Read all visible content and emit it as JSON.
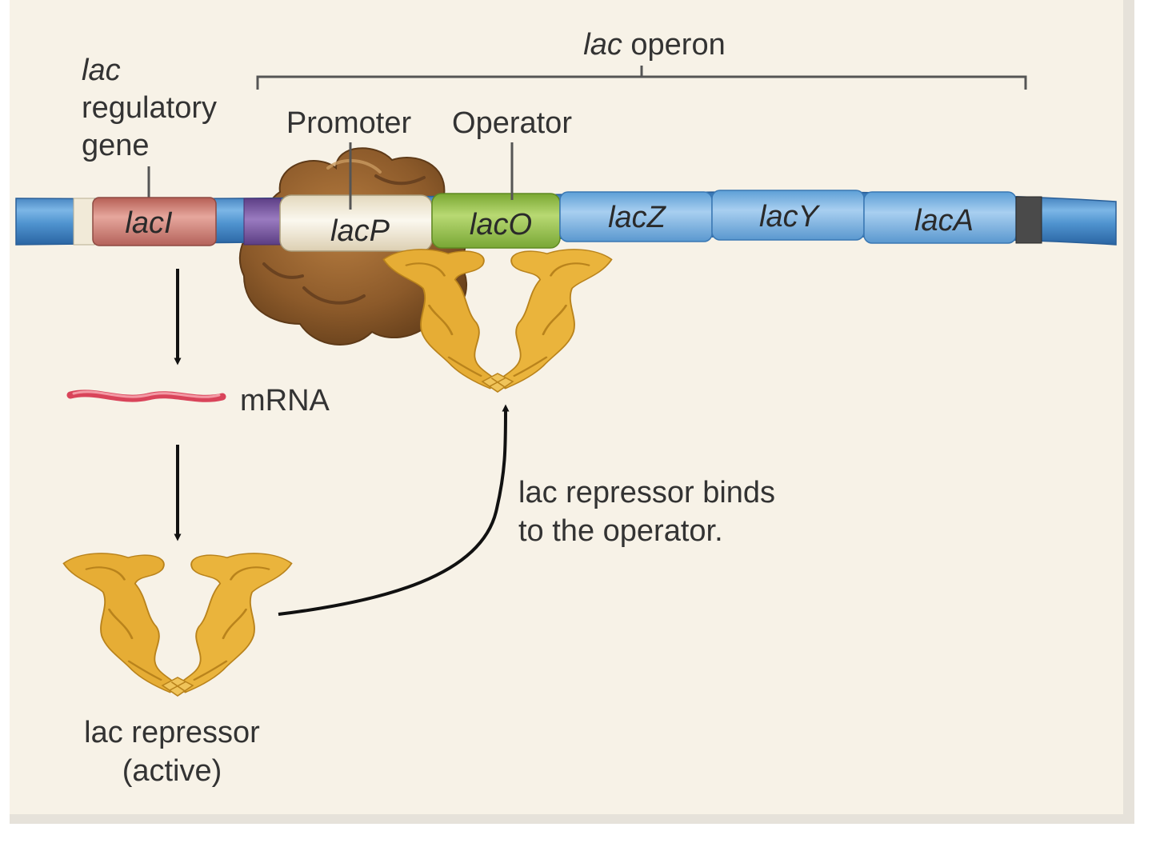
{
  "operon": {
    "italic": "lac",
    "rest": " operon"
  },
  "regulatory_gene": {
    "line1": "lac",
    "line2": "regulatory",
    "line3": "gene"
  },
  "promoter_label": "Promoter",
  "operator_label": "Operator",
  "genes": {
    "lacI": "lacI",
    "lacP": "lacP",
    "lacO": "lacO",
    "lacZ": "lacZ",
    "lacY": "lacY",
    "lacA": "lacA"
  },
  "mrna_label": "mRNA",
  "binding_text": {
    "line1": "lac repressor binds",
    "line2": "to the operator."
  },
  "repressor_label": {
    "line1": "lac repressor",
    "line2": "(active)"
  },
  "colors": {
    "background": "#f7f2e7",
    "dna_blue": "#4f93cf",
    "lacI": "#c9756a",
    "lacP": "#f4eedc",
    "lacO": "#8fbd3e",
    "purple_segment": "#7a5a9e",
    "terminator": "#4a4a4a",
    "rna_polymerase": "#8a5a2b",
    "repressor": "#e9b43c",
    "mrna": "#d9445a"
  }
}
